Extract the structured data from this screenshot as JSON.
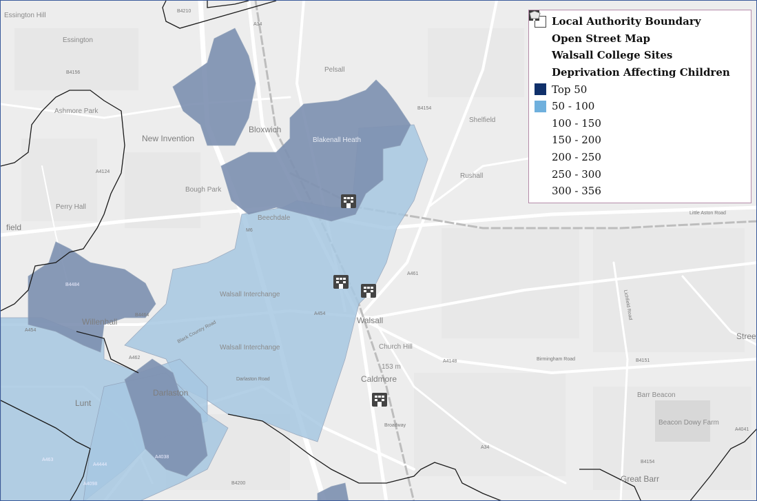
{
  "legend": {
    "layers": [
      {
        "label": "Local Authority Boundary",
        "icon": "empty-square-icon"
      },
      {
        "label": "Open Street Map",
        "icon": "map-tiles-icon"
      },
      {
        "label": "Walsall College Sites",
        "icon": "college-building-icon"
      },
      {
        "label": "Deprivation Affecting Children",
        "icon": "polygon-shape-icon"
      }
    ],
    "classes": [
      {
        "label": "Top 50",
        "color": "#10306a"
      },
      {
        "label": "50 - 100",
        "color": "#6fb0dd"
      },
      {
        "label": "100 - 150",
        "color": "#ffffff"
      },
      {
        "label": "150 - 200",
        "color": "#ffffff"
      },
      {
        "label": "200 - 250",
        "color": "#ffffff"
      },
      {
        "label": "250 - 300",
        "color": "#ffffff"
      },
      {
        "label": "300 - 356",
        "color": "#ffffff"
      }
    ]
  },
  "map": {
    "places": {
      "essington_hill": "Essington Hill",
      "essington": "Essington",
      "pelsall": "Pelsall",
      "ashmore_park": "Ashmore Park",
      "new_invention": "New Invention",
      "bloxwich": "Bloxwich",
      "blakenall_heath": "Blakenall Heath",
      "shelfield": "Shelfield",
      "rushall": "Rushall",
      "perry_hall": "Perry Hall",
      "field": "field",
      "beechdale": "Beechdale",
      "willenhall": "Willenhall",
      "walsall": "Walsall",
      "church_hill": "Church Hill",
      "church_hill_height": "153 m",
      "caldmore": "Caldmore",
      "darlaston": "Darlaston",
      "lunt": "Lunt",
      "barr_beacon": "Barr Beacon",
      "beacon_dowy_farm": "Beacon Dowy Farm",
      "great_barr": "Great Barr",
      "street": "Street",
      "walsall_interchange_1": "Walsall Interchange",
      "walsall_interchange_2": "Walsall Interchange",
      "bough_park": "Bough Park"
    },
    "roads": {
      "b4210": "B4210",
      "a34_n": "A34",
      "b4156": "B4156",
      "b4154_n": "B4154",
      "a4124": "A4124",
      "a461": "A461",
      "b4484": "B4484",
      "b4464": "B4464",
      "a454_w": "A454",
      "a454_c": "A454",
      "a462": "A462",
      "a4148": "A4148",
      "b4151": "B4151",
      "a4038": "A4038",
      "a4444": "A4444",
      "a463": "A463",
      "a4098": "A4098",
      "b4200": "B4200",
      "a34_s": "A34",
      "b4154_s": "B4154",
      "a4041": "A4041",
      "m6": "M6",
      "black_country_road": "Black Country Road",
      "darlaston_road": "Darlaston Road",
      "broadway": "Broadway",
      "lichfield_road": "Lichfield Road",
      "birmingham_road": "Birmingham Road",
      "little_aston_road": "Little Aston Road"
    }
  }
}
